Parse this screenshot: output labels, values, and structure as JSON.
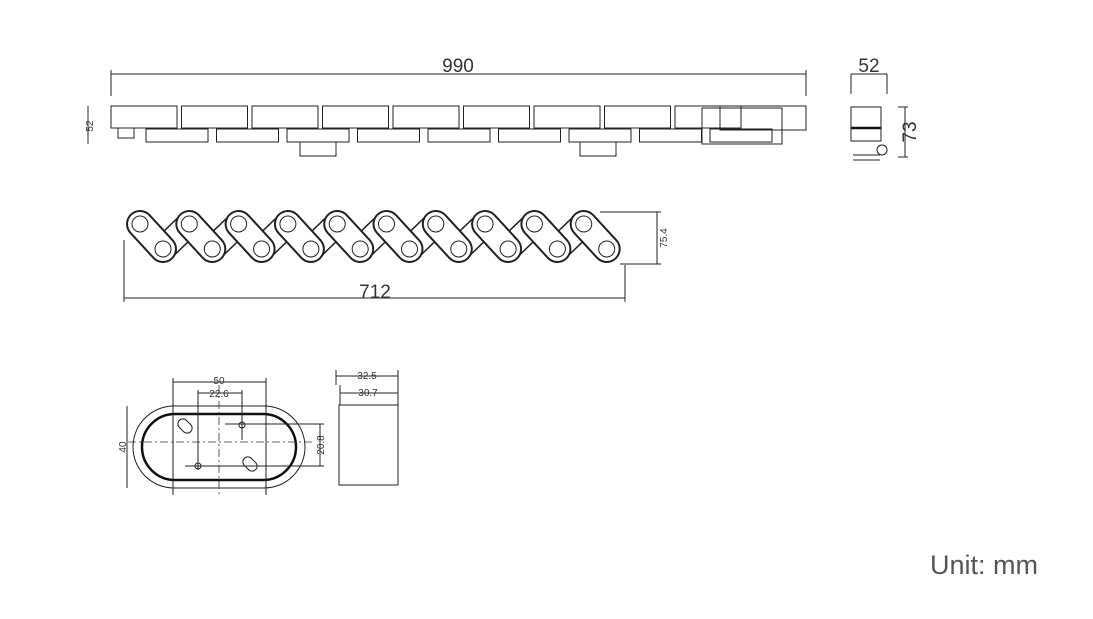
{
  "dimensions": {
    "total_length": "990",
    "side_width": "52",
    "front_height": "52",
    "side_height": "73",
    "zigzag_length": "712",
    "zigzag_height": "75.4",
    "base_length": "50",
    "hole_spacing_x": "22.6",
    "base_width": "40",
    "hole_spacing_y": "20.8",
    "side_depth_outer": "32.5",
    "side_depth_inner": "30.7"
  },
  "unit_label": "Unit: mm",
  "zigzag_units": 10
}
